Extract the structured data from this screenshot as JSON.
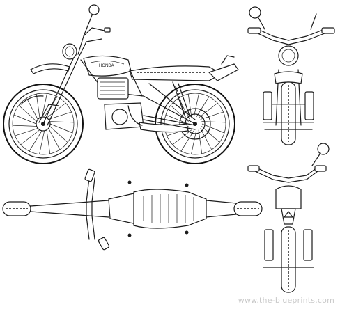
{
  "watermark": {
    "text": "www.the-blueprints.com"
  },
  "tank_badge": {
    "text": "HONDA"
  },
  "views": [
    {
      "id": "side",
      "name": "side-view"
    },
    {
      "id": "front",
      "name": "front-view"
    },
    {
      "id": "top",
      "name": "top-view"
    },
    {
      "id": "rear",
      "name": "rear-view"
    }
  ],
  "colors": {
    "ink": "#1a1a1a",
    "paper": "#ffffff",
    "watermark": "#c9c9c9"
  }
}
